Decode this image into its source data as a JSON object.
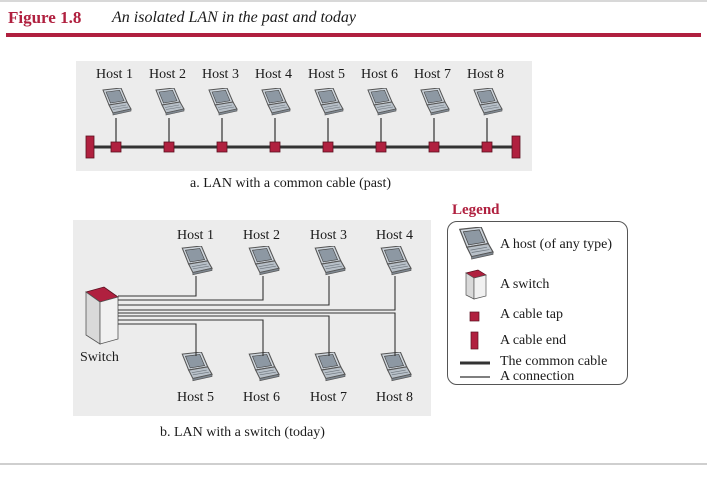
{
  "figure": {
    "label": "Figure 1.8",
    "title": "An isolated LAN in the past and today"
  },
  "panel_a": {
    "caption": "a. LAN with a common cable (past)",
    "hosts": [
      "Host 1",
      "Host 2",
      "Host 3",
      "Host 4",
      "Host 5",
      "Host 6",
      "Host 7",
      "Host 8"
    ]
  },
  "panel_b": {
    "caption": "b. LAN with a switch (today)",
    "switch_label": "Switch",
    "top_hosts": [
      "Host 1",
      "Host 2",
      "Host 3",
      "Host 4"
    ],
    "bottom_hosts": [
      "Host 5",
      "Host 6",
      "Host 7",
      "Host 8"
    ]
  },
  "legend": {
    "title": "Legend",
    "items": [
      {
        "icon": "laptop-icon",
        "label": "A host (of any type)"
      },
      {
        "icon": "switch-icon",
        "label": "A switch"
      },
      {
        "icon": "cable-tap-icon",
        "label": "A cable tap"
      },
      {
        "icon": "cable-end-icon",
        "label": "A cable end"
      },
      {
        "icon": "thick-line-icon",
        "label": "The common cable"
      },
      {
        "icon": "thin-line-icon",
        "label": "A connection"
      }
    ]
  },
  "colors": {
    "accent": "#b0203f",
    "panel_bg": "#ececec",
    "cable": "#333333"
  }
}
